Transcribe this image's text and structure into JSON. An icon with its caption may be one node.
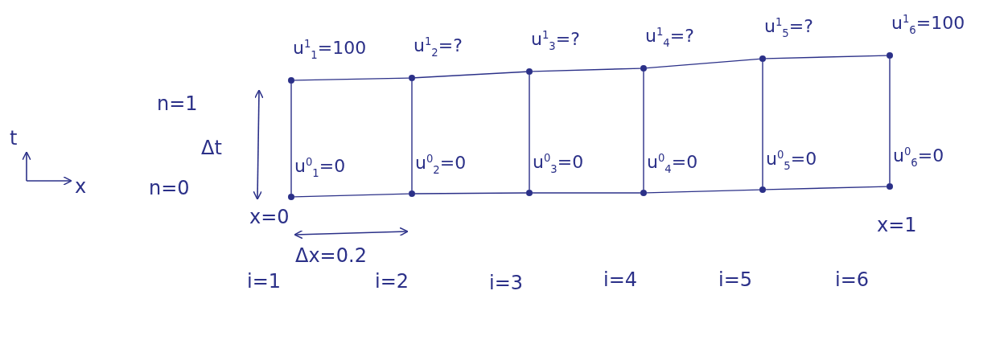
{
  "diagram": {
    "nodes": [
      {
        "text": [],
        "shape": "circle",
        "beside": [
          "u$^{1}$$_{1}$=100"
        ]
      },
      {
        "text": [],
        "shape": "circle",
        "beside": [
          "u$^{1}$$_{2}$=?"
        ]
      },
      {
        "text": [],
        "shape": "circle",
        "beside": [
          "u$^{1}$$_{3}$=?"
        ]
      },
      {
        "text": [],
        "shape": "circle",
        "beside": [
          "u$^{1}$$_{4}$=?"
        ]
      },
      {
        "text": [],
        "shape": "circle",
        "beside": [
          "u$^{1}$$_{5}$=?"
        ]
      },
      {
        "text": [],
        "shape": "circle",
        "beside": [
          "u$^{1}$$_{6}$=100"
        ]
      },
      {
        "text": [],
        "shape": "circle",
        "beside": [
          "u$^{0}$$_{1}$=0"
        ]
      },
      {
        "text": [],
        "shape": "circle",
        "beside": [
          "u$^{0}$$_{2}$=0"
        ]
      },
      {
        "text": [],
        "shape": "circle",
        "beside": [
          "u$^{0}$$_{3}$=0"
        ]
      },
      {
        "text": [],
        "shape": "circle",
        "beside": [
          "u$^{0}$$_{4}$=0"
        ]
      },
      {
        "text": [],
        "shape": "circle",
        "beside": [
          "u$^{0}$$_{5}$=0"
        ]
      },
      {
        "text": [],
        "shape": "circle",
        "beside": [
          "u$^{0}$$_{6}$=0"
        ]
      }
    ],
    "edges": [
      {
        "from": 0,
        "to": 1,
        "arrow": "none"
      },
      {
        "from": 1,
        "to": 2,
        "arrow": "none"
      },
      {
        "from": 2,
        "to": 3,
        "arrow": "none"
      },
      {
        "from": 3,
        "to": 4,
        "arrow": "none"
      },
      {
        "from": 4,
        "to": 5,
        "arrow": "none"
      },
      {
        "from": 0,
        "to": 6,
        "arrow": "none"
      },
      {
        "from": 1,
        "to": 7,
        "arrow": "none"
      },
      {
        "from": 2,
        "to": 8,
        "arrow": "none"
      },
      {
        "from": 3,
        "to": 9,
        "arrow": "none"
      },
      {
        "from": 4,
        "to": 10,
        "arrow": "none"
      },
      {
        "from": 5,
        "to": 11,
        "arrow": "none"
      },
      {
        "from": 6,
        "to": 7,
        "arrow": "none"
      },
      {
        "from": 7,
        "to": 8,
        "arrow": "none"
      },
      {
        "from": 8,
        "to": 9,
        "arrow": "none"
      },
      {
        "from": 9,
        "to": 10,
        "arrow": "none"
      },
      {
        "from": 10,
        "to": 11,
        "arrow": "none"
      }
    ],
    "labels": [
      "n=1",
      "t",
      "Δt",
      "x",
      "n=0",
      "x=0",
      "Δx=0.2",
      "x=1",
      "i=1",
      "i=2",
      "i=3",
      "i=4",
      "i=5",
      "i=6"
    ]
  }
}
